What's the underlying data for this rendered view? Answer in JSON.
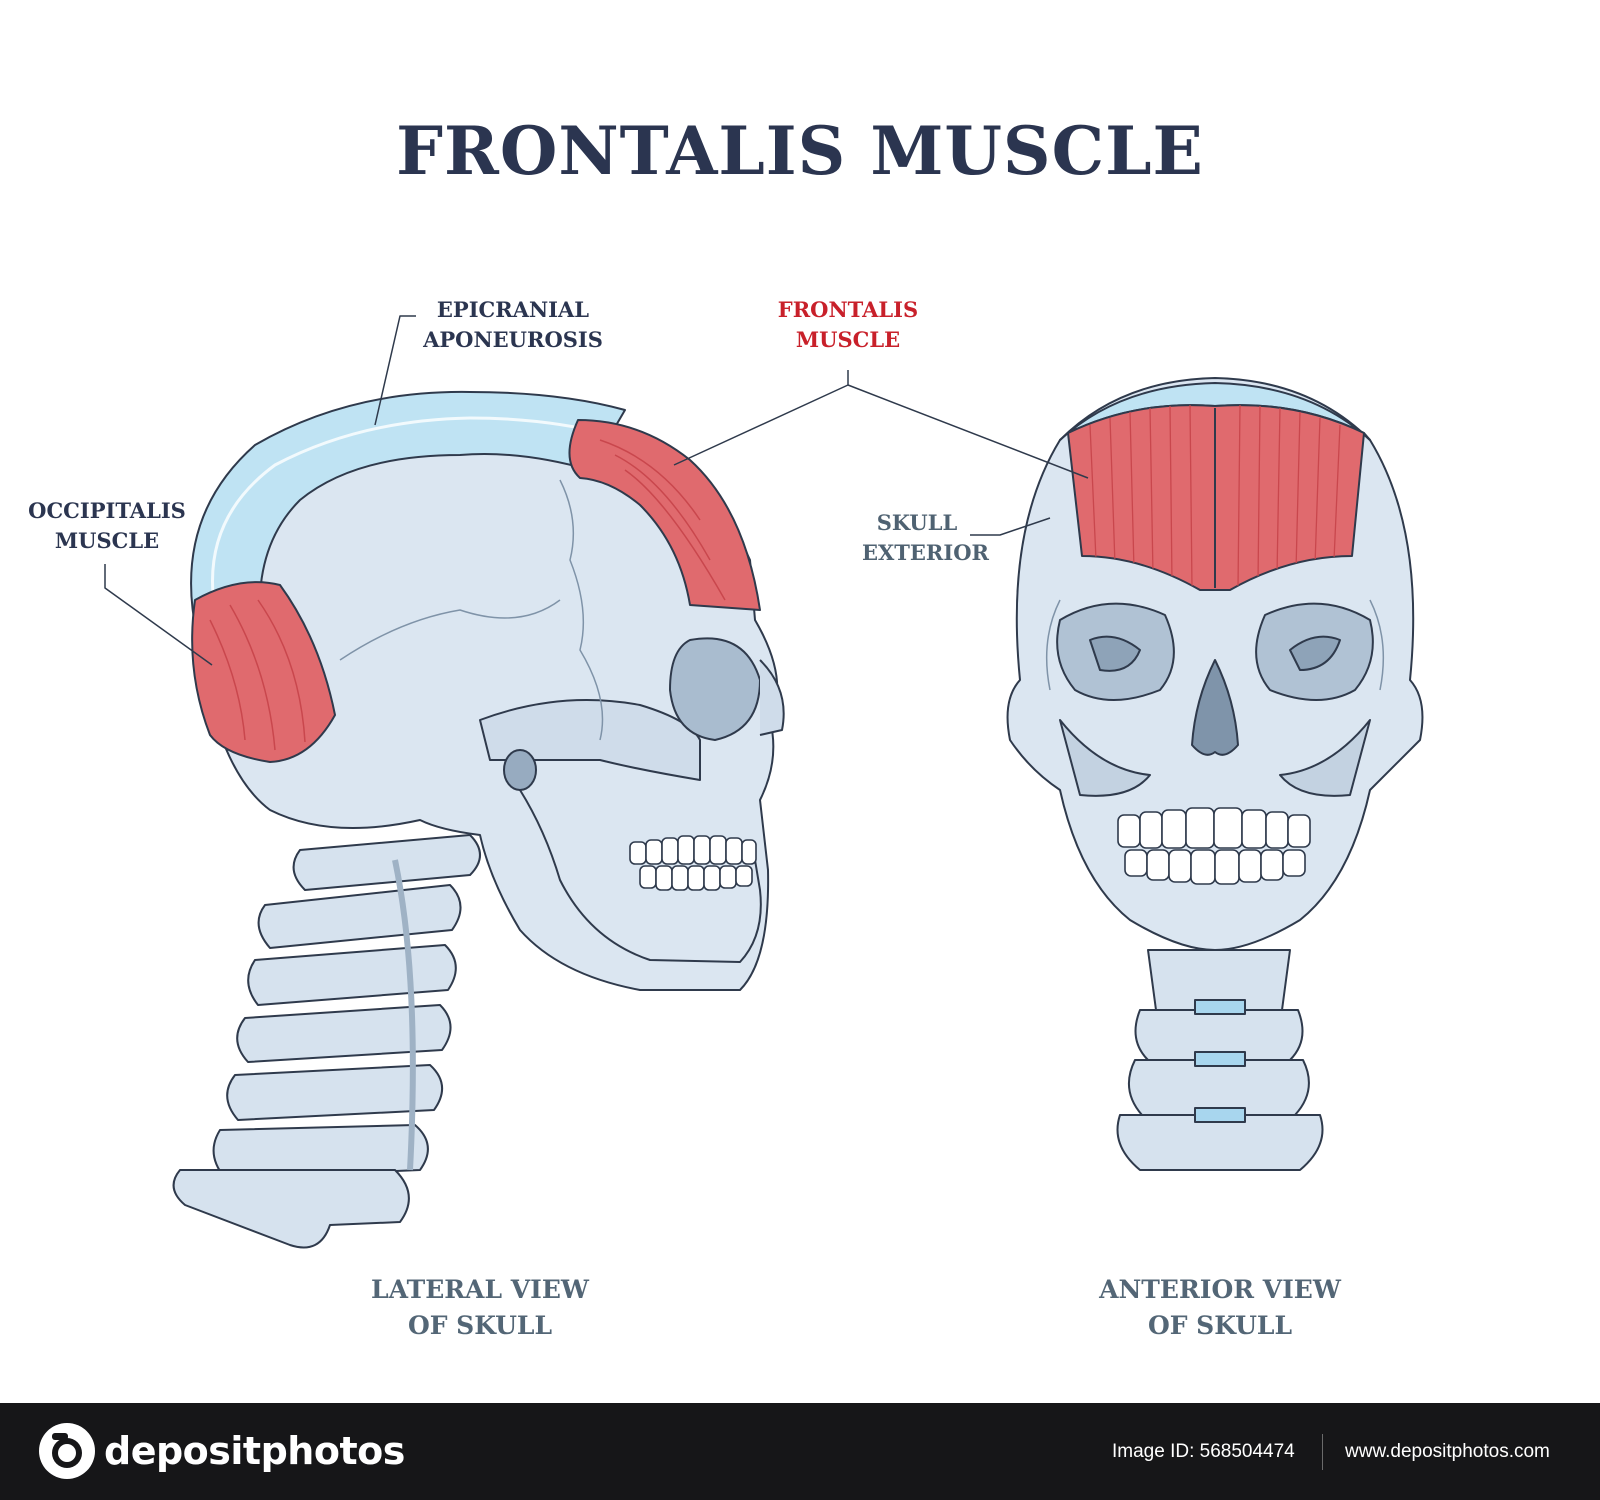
{
  "title": "FRONTALIS MUSCLE",
  "labels": {
    "epicranial": "EPICRANIAL\nAPONEUROSIS",
    "frontalis": "FRONTALIS\nMUSCLE",
    "occipitalis": "OCCIPITALIS\nMUSCLE",
    "skull_exterior": "SKULL\nEXTERIOR"
  },
  "views": {
    "lateral": "LATERAL VIEW\nOF SKULL",
    "anterior": "ANTERIOR VIEW\nOF SKULL"
  },
  "footer": {
    "brand": "depositphotos",
    "image_id": "Image ID: 568504474",
    "url": "www.depositphotos.com"
  },
  "colors": {
    "muscle": "#e06a6e",
    "muscle_dark": "#c9474d",
    "aponeurosis": "#bfe3f3",
    "bone": "#dbe6f1",
    "bone_shadow": "#b8c8d8",
    "outline": "#2f3a4c",
    "title": "#2b3550",
    "accent_red": "#c8202a"
  }
}
